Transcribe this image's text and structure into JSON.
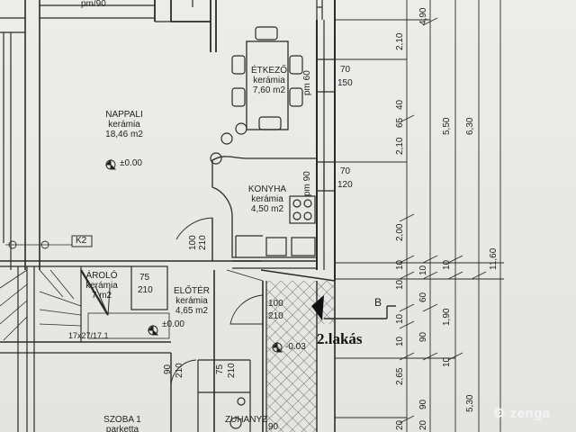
{
  "rooms": {
    "etkezo": {
      "name": "ÉTKEZŐ",
      "material": "kerámia",
      "area": "7,60 m2"
    },
    "nappali": {
      "name": "NAPPALI",
      "material": "kerámia",
      "area": "18,46 m2"
    },
    "konyha": {
      "name": "KONYHA",
      "material": "kerámia",
      "area": "4,50 m2"
    },
    "eloter": {
      "name": "ELŐTÉR",
      "material": "kerámia",
      "area": "4,65 m2"
    },
    "tarolo": {
      "name": "ÁROLÓ",
      "material": "kerámia",
      "area": "7 m2"
    },
    "szoba1": {
      "name": "SZOBA 1",
      "material": "parketta"
    },
    "zuhany": {
      "name": "ZUHANYZ"
    }
  },
  "levels": {
    "nappali": "±0.00",
    "eloter": "±0.00",
    "entry": "-0.03"
  },
  "labels": {
    "apartment": "2.lakás",
    "section_mark": "B",
    "k2": "K2",
    "stair": "17x27/17.1",
    "top_cut": "pm/90"
  },
  "windows": {
    "etkezo": {
      "parapet": "pm 60",
      "w": "70",
      "h": "150"
    },
    "konyha": {
      "parapet": "pm 90",
      "w": "70",
      "h": "120"
    }
  },
  "doors": {
    "d1": {
      "w": "100",
      "h": "210"
    },
    "d2": {
      "w": "75",
      "h": "210"
    },
    "d3": {
      "w": "100",
      "h": "210"
    },
    "d4": {
      "w": "90",
      "h": "210"
    },
    "d5": {
      "w": "75",
      "h": "210"
    },
    "d6": {
      "w": "90"
    }
  },
  "dimensions": {
    "col1": [
      "2,10",
      "40",
      "65",
      "2,10",
      "2,00",
      "10",
      "10",
      "10",
      "10",
      "2,65",
      "20"
    ],
    "col2": [
      "4,90",
      "10",
      "60",
      "90",
      "90",
      "20"
    ],
    "col3": [
      "5,50",
      "10",
      "1,90",
      "10"
    ],
    "col4": [
      "6,30",
      "5,30"
    ],
    "col5": [
      "11,60"
    ]
  },
  "watermark": "zenga"
}
